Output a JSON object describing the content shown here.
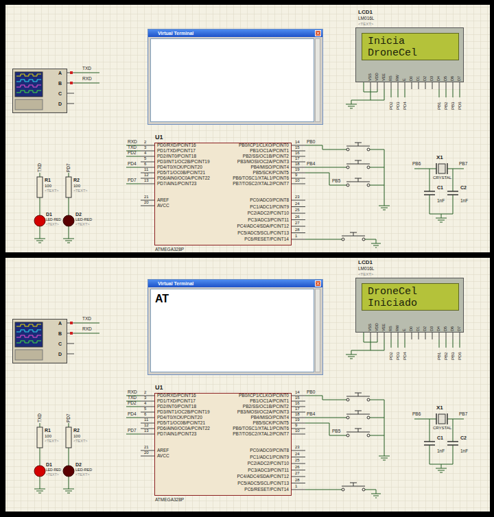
{
  "diagram": {
    "nodes": [
      {
        "text": [
          "Virtual Terminal"
        ]
      },
      {
        "text": [
          "Inicia DroneCel"
        ]
      },
      {
        "text": [
          "A",
          "B",
          "C",
          "D"
        ]
      },
      {
        "text": [
          "U1",
          "PD0/RXD/PCINT16",
          "PD1/TXD/PCINT17",
          "PD2/INT0/PCINT18",
          "PD3/INT1/OC2B/PCINT19",
          "PD4/T0/XCK/PCINT20",
          "PD5/T1/OC0B/PCINT21",
          "PD6/AIN0/OC0A/PCINT22",
          "PD7/AIN1/PCINT23",
          "AREF",
          "AVCC",
          "PB0/ICP1/CLKO/PCINT0",
          "PB1/OC1A/PCINT1",
          "PB2/SS/OC1B/PCINT2",
          "PB3/MOSI/OC2A/PCINT3",
          "PB4/MISO/PCINT4",
          "PB5/SCK/PCINT5",
          "PB6/TOSC1/XTAL1/PCINT6",
          "PB7/TOSC2/XTAL2/PCINT7",
          "PC0/ADC0/PCINT8",
          "PC1/ADC1/PCINT9",
          "PC2/ADC2/PCINT10",
          "PC3/ADC3/PCINT11",
          "PC4/ADC4/SDA/PCINT12",
          "PC5/ADC5/SCL/PCINT13",
          "PC6/RESET/PCINT14",
          "ATMEGA328P"
        ]
      },
      {
        "text": [
          "Virtual Terminal",
          "AT"
        ]
      },
      {
        "text": [
          "DroneCel Iniciado"
        ]
      },
      {
        "text": [
          "A",
          "B",
          "C",
          "D"
        ]
      },
      {
        "text": [
          "U1",
          "PD0/RXD/PCINT16",
          "PD1/TXD/PCINT17",
          "PD2/INT0/PCINT18",
          "PD3/INT1/OC2B/PCINT19",
          "PD4/T0/XCK/PCINT20",
          "PD5/T1/OC0B/PCINT21",
          "PD6/AIN0/OC0A/PCINT22",
          "PD7/AIN1/PCINT23",
          "AREF",
          "AVCC",
          "PB0/ICP1/CLKO/PCINT0",
          "PB1/OC1A/PCINT1",
          "PB2/SS/OC1B/PCINT2",
          "PB3/MOSI/OC2A/PCINT3",
          "PB4/MISO/PCINT4",
          "PB5/SCK/PCINT5",
          "PB6/TOSC1/XTAL1/PCINT6",
          "PB7/TOSC2/XTAL2/PCINT7",
          "PC0/ADC0/PCINT8",
          "PC1/ADC1/PCINT9",
          "PC2/ADC2/PCINT10",
          "PC3/ADC3/PCINT11",
          "PC4/ADC4/SDA/PCINT12",
          "PC5/ADC5/SCL/PCINT13",
          "PC6/RESET/PCINT14",
          "ATMEGA328P"
        ]
      }
    ],
    "labels": [
      "LCD1",
      "LM016L",
      "<TEXT>",
      "VSS",
      "VDD",
      "VEE",
      "RS",
      "RW",
      "E",
      "D0",
      "D1",
      "D2",
      "D3",
      "D4",
      "D5",
      "D6",
      "D7",
      "PD2",
      "PD3",
      "PD4",
      "PB1",
      "PB2",
      "PB3",
      "PD6",
      "TXD",
      "RXD",
      "RXD",
      "TXD",
      "PD2",
      "PD4",
      "PD7",
      "2",
      "3",
      "4",
      "5",
      "6",
      "11",
      "12",
      "13",
      "21",
      "20",
      "14",
      "15",
      "16",
      "17",
      "18",
      "19",
      "9",
      "10",
      "23",
      "24",
      "25",
      "26",
      "27",
      "28",
      "1",
      "PB0",
      "PB4",
      "PB5",
      "X1",
      "PB6",
      "PB7",
      "CRYSTAL",
      "C1",
      "1nF",
      "C2",
      "1nF",
      "TXD",
      "PD7",
      "R1",
      "100",
      "<TEXT>",
      "R2",
      "100",
      "<TEXT>",
      "D1",
      "LED-RED",
      "<TEXT>",
      "D2",
      "LED-RED",
      "<TEXT>",
      "LCD1",
      "LM016L",
      "<TEXT>",
      "VSS",
      "VDD",
      "VEE",
      "RS",
      "RW",
      "E",
      "D0",
      "D1",
      "D2",
      "D3",
      "D4",
      "D5",
      "D6",
      "D7",
      "PD2",
      "PD3",
      "PD4",
      "PB1",
      "PB2",
      "PB3",
      "PD6",
      "TXD",
      "RXD",
      "RXD",
      "TXD",
      "PD2",
      "PD4",
      "PD7",
      "2",
      "3",
      "4",
      "5",
      "6",
      "11",
      "12",
      "13",
      "21",
      "20",
      "14",
      "15",
      "16",
      "17",
      "18",
      "19",
      "9",
      "10",
      "23",
      "24",
      "25",
      "26",
      "27",
      "28",
      "1",
      "PB0",
      "PB4",
      "PB5",
      "X1",
      "PB6",
      "PB7",
      "CRYSTAL",
      "C1",
      "1nF",
      "C2",
      "1nF",
      "TXD",
      "PD7",
      "R1",
      "100",
      "<TEXT>",
      "R2",
      "100",
      "<TEXT>",
      "D1",
      "LED-RED",
      "<TEXT>",
      "D2",
      "LED-RED",
      "<TEXT>"
    ]
  }
}
